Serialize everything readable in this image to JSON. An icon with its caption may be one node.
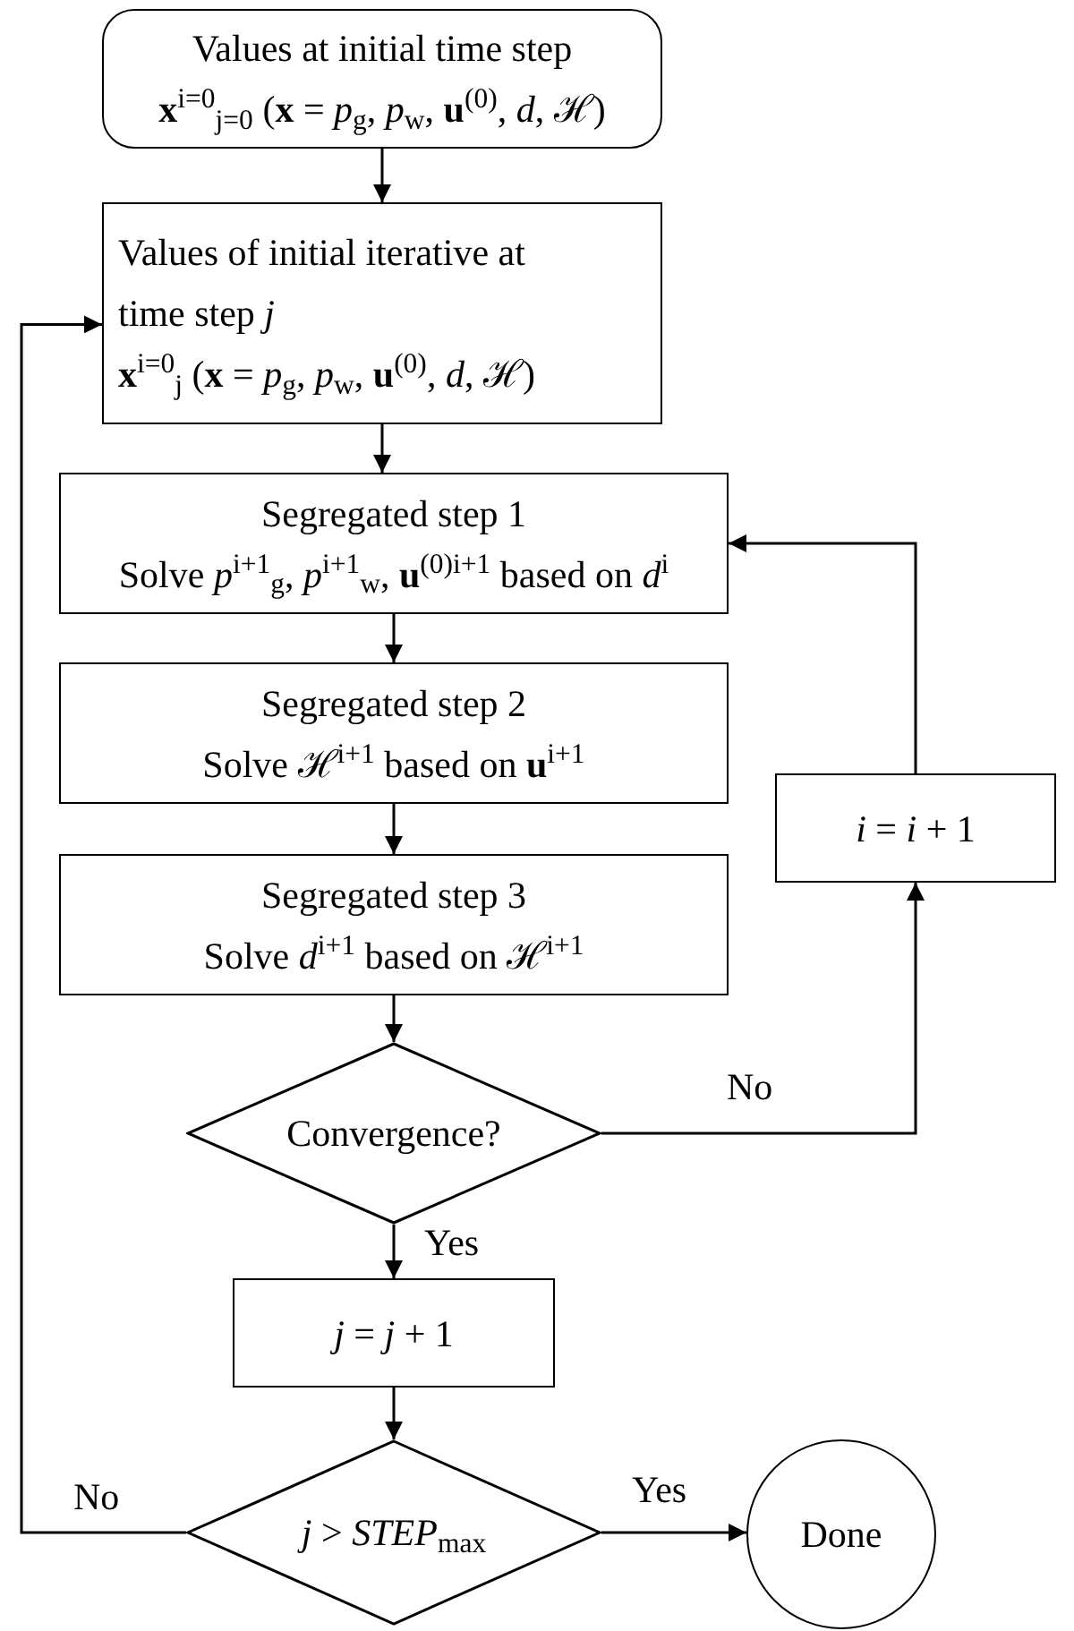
{
  "diagram": {
    "nodes": [
      {
        "text": [
          "Values at initial time step",
          "**x**$^{i=0}$$_{j=0}$ (**x** = *p*$_{g}$, *p*$_{w}$, **u**$^{(0)}$, *d*, ℋ)"
        ]
      },
      {
        "text": [
          "Values of initial iterative at time step *j*",
          "**x**$^{i=0}$$_{j}$ (**x** = *p*$_{g}$, *p*$_{w}$, **u**$^{(0)}$, *d*, ℋ)"
        ]
      },
      {
        "text": [
          "Segregated step 1",
          "Solve *p*$^{i+1}$$_{g}$, *p*$^{i+1}$$_{w}$, **u**$^{(0)i+1}$ based on *d*$^{i}$"
        ]
      },
      {
        "text": [
          "Segregated step 2",
          "Solve ℋ$^{i+1}$ based on **u**$^{i+1}$"
        ]
      },
      {
        "text": [
          "Segregated step 3",
          "Solve *d*$^{i+1}$ based on ℋ$^{i+1}$"
        ]
      },
      {
        "text": [
          "Convergence?"
        ]
      },
      {
        "text": [
          "*i* = *i* + 1"
        ]
      },
      {
        "text": [
          "*j* = *j* + 1"
        ]
      },
      {
        "text": [
          "*j* > *STEP*$_{max}$"
        ]
      },
      {
        "text": [
          "Done"
        ]
      }
    ],
    "edges": [
      {
        "from": 0,
        "to": 1,
        "arrow": "to"
      },
      {
        "from": 1,
        "to": 2,
        "arrow": "to"
      },
      {
        "from": 2,
        "to": 3,
        "arrow": "to"
      },
      {
        "from": 3,
        "to": 4,
        "arrow": "to"
      },
      {
        "from": 4,
        "to": 5,
        "arrow": "to"
      },
      {
        "from": 5,
        "to": 6,
        "arrow": "to",
        "label": "No"
      },
      {
        "from": 6,
        "to": 2,
        "arrow": "to"
      },
      {
        "from": 5,
        "to": 7,
        "arrow": "to",
        "label": "Yes"
      },
      {
        "from": 7,
        "to": 8,
        "arrow": "to"
      },
      {
        "from": 8,
        "to": 9,
        "arrow": "to",
        "label": "Yes"
      },
      {
        "from": 8,
        "to": 1,
        "arrow": "to",
        "label": "No"
      }
    ]
  }
}
